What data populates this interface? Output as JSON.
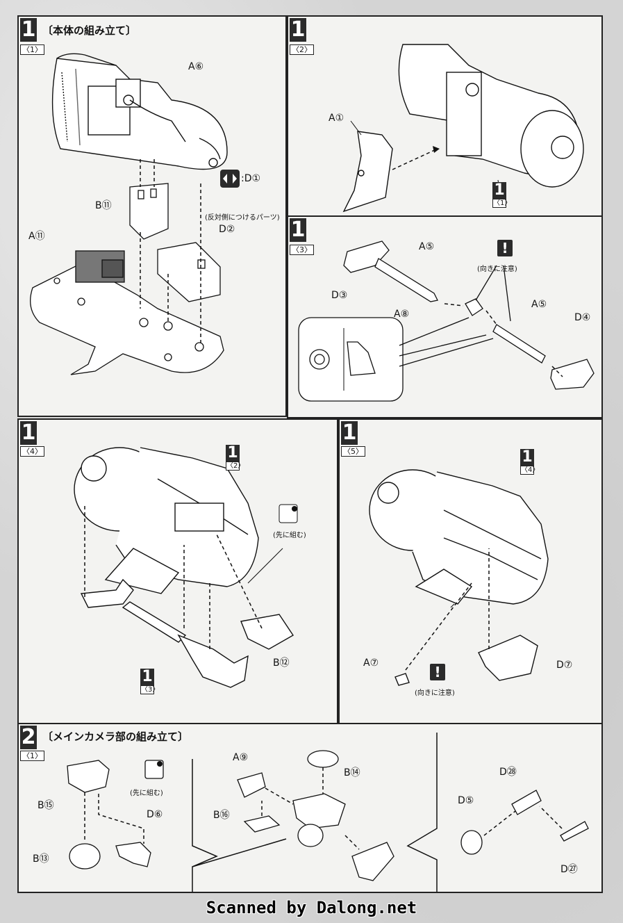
{
  "step1": {
    "num": "1",
    "title": "〔本体の組み立て〕",
    "sub1": "〈1〉",
    "sub2": "〈2〉",
    "sub3": "〈3〉",
    "sub4": "〈4〉",
    "sub5": "〈5〉"
  },
  "step2": {
    "num": "2",
    "title": "〔メインカメラ部の組み立て〕",
    "sub1": "〈1〉"
  },
  "p1": {
    "a6": "A⑥",
    "b11": "B⑪",
    "a11": "A⑪",
    "d2": "D②",
    "symbol_label": ":D①",
    "symbol_note": "(反対側につけるパーツ)"
  },
  "p2": {
    "a1": "A①",
    "ref_num": "1",
    "ref_sub": "〈1〉"
  },
  "p3": {
    "a5_top": "A⑤",
    "d3": "D③",
    "a8": "A⑧",
    "a5_bottom": "A⑤",
    "d4": "D④",
    "warn": "!",
    "warn_note": "(向きに注意)"
  },
  "p4": {
    "ref_top_num": "1",
    "ref_top_sub": "〈2〉",
    "ref_bottom_num": "1",
    "ref_bottom_sub": "〈3〉",
    "b12": "B⑫",
    "first_note": "(先に組む)"
  },
  "p5": {
    "ref_num": "1",
    "ref_sub": "〈4〉",
    "a7": "A⑦",
    "d7": "D⑦",
    "warn": "!",
    "warn_note": "(向きに注意)"
  },
  "p6": {
    "b15": "B⑮",
    "b13": "B⑬",
    "d6": "D⑥",
    "first_note": "(先に組む)",
    "a9": "A⑨",
    "b14": "B⑭",
    "b16": "B⑯",
    "d5": "D⑤",
    "d28": "D㉘",
    "d27": "D㉗"
  },
  "footer": "Scanned by Dalong.net"
}
